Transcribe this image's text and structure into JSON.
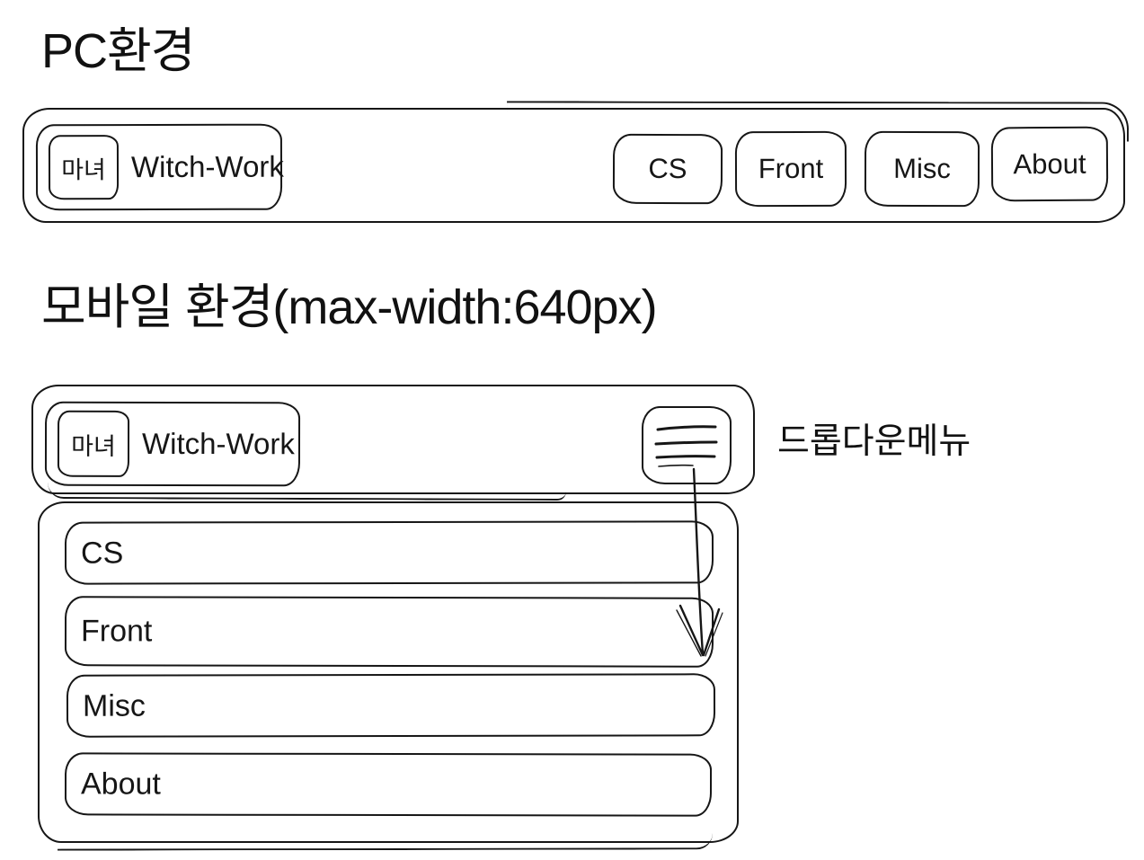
{
  "pc_section": {
    "title": "PC환경",
    "navbar": {
      "logo_badge": "마녀",
      "brand": "Witch-Work",
      "items": [
        {
          "label": "CS"
        },
        {
          "label": "Front"
        },
        {
          "label": "Misc"
        },
        {
          "label": "About"
        }
      ]
    }
  },
  "mobile_section": {
    "title": "모바일 환경(max-width:640px)",
    "navbar": {
      "logo_badge": "마녀",
      "brand": "Witch-Work"
    },
    "dropdown_note": "드롭다운메뉴",
    "dropdown": {
      "items": [
        {
          "label": "CS"
        },
        {
          "label": "Front"
        },
        {
          "label": "Misc"
        },
        {
          "label": "About"
        }
      ]
    }
  },
  "colors": {
    "ink": "#161616",
    "background": "#ffffff"
  }
}
